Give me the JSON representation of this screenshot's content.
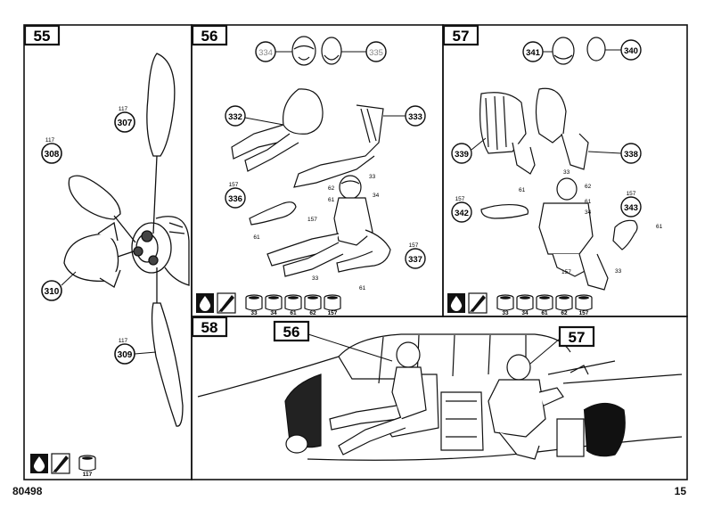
{
  "page": {
    "kit_number": "80498",
    "page_number": "15"
  },
  "steps": {
    "s55": {
      "number": "55",
      "callouts": {
        "prop_blade_top": "307",
        "prop_blade_left": "308",
        "prop_blade_bottom": "309",
        "spinner": "310"
      },
      "paint_refs": {
        "blade_top": "117",
        "blade_left": "117",
        "blade_bottom": "117"
      },
      "paint_legend": [
        "117"
      ]
    },
    "s56": {
      "number": "56",
      "callouts": {
        "helmet_a": "334",
        "helmet_b": "335",
        "torso_legs": "332",
        "seat": "333",
        "arm": "336",
        "pilot_assembled": "337"
      },
      "paint_refs": {
        "arm_color": "157",
        "arm_glove": "61",
        "helmet_col_a": "62",
        "helmet_col_b": "33",
        "face": "61",
        "torso": "34",
        "body": "157",
        "boots": "33",
        "hand": "61",
        "pilot_color": "157"
      },
      "paint_legend": [
        "33",
        "34",
        "61",
        "62",
        "157"
      ]
    },
    "s57": {
      "number": "57",
      "callouts": {
        "helmet_a": "341",
        "helmet_b": "340",
        "torso_legs": "339",
        "legs": "338",
        "arm_left": "342",
        "arm_right": "343"
      },
      "paint_refs": {
        "helmet_33": "33",
        "helmet_62": "62",
        "face_61": "61",
        "torso_34": "34",
        "glove_61": "61",
        "arm_left_color": "157",
        "arm_right_color": "157",
        "hand_right": "61",
        "body_157": "157",
        "boots_33": "33"
      },
      "paint_legend": [
        "33",
        "34",
        "61",
        "62",
        "157"
      ]
    },
    "s58": {
      "number": "58",
      "ref_a": "56",
      "ref_b": "57"
    }
  }
}
